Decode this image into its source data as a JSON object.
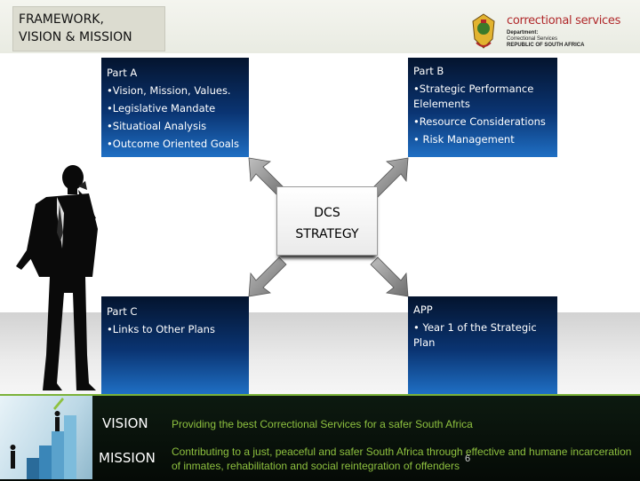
{
  "header": {
    "title_line1": "FRAMEWORK,",
    "title_line2": "VISION & MISSION",
    "logo_brand": "correctional services",
    "logo_sub1": "Department:",
    "logo_sub2": "Correctional Services",
    "logo_sub3": "REPUBLIC OF SOUTH AFRICA"
  },
  "panels": {
    "a": {
      "head": "Part A",
      "items": [
        "Vision, Mission, Values.",
        "Legislative Mandate",
        "Situatioal Analysis",
        "Outcome Oriented Goals"
      ]
    },
    "b": {
      "head": "Part B",
      "items": [
        "Strategic Performance Elelements",
        "Resource Considerations",
        " Risk Management"
      ]
    },
    "c": {
      "head": "Part C",
      "items": [
        "Links to Other Plans"
      ]
    },
    "d": {
      "head": "APP",
      "items": [
        " Year 1 of the Strategic Plan"
      ]
    }
  },
  "center": {
    "line1": "DCS",
    "line2": "STRATEGY"
  },
  "footer": {
    "vision_label": "VISION",
    "vision_text": "Providing the best Correctional Services for a safer South Africa",
    "mission_label": "MISSION",
    "mission_text": "Contributing to a just, peaceful and safer South Africa through effective and humane incarceration of inmates, rehabilitation and social reintegration of offenders",
    "slide_number": "6"
  },
  "colors": {
    "panel_dark": "#04142e",
    "panel_light": "#1f6fc4",
    "footer_green": "#8ec13f",
    "brand_red": "#b0282a"
  },
  "icons": [
    "coat-of-arms-icon",
    "businessman-phone-figure",
    "double-arrow-icon"
  ]
}
